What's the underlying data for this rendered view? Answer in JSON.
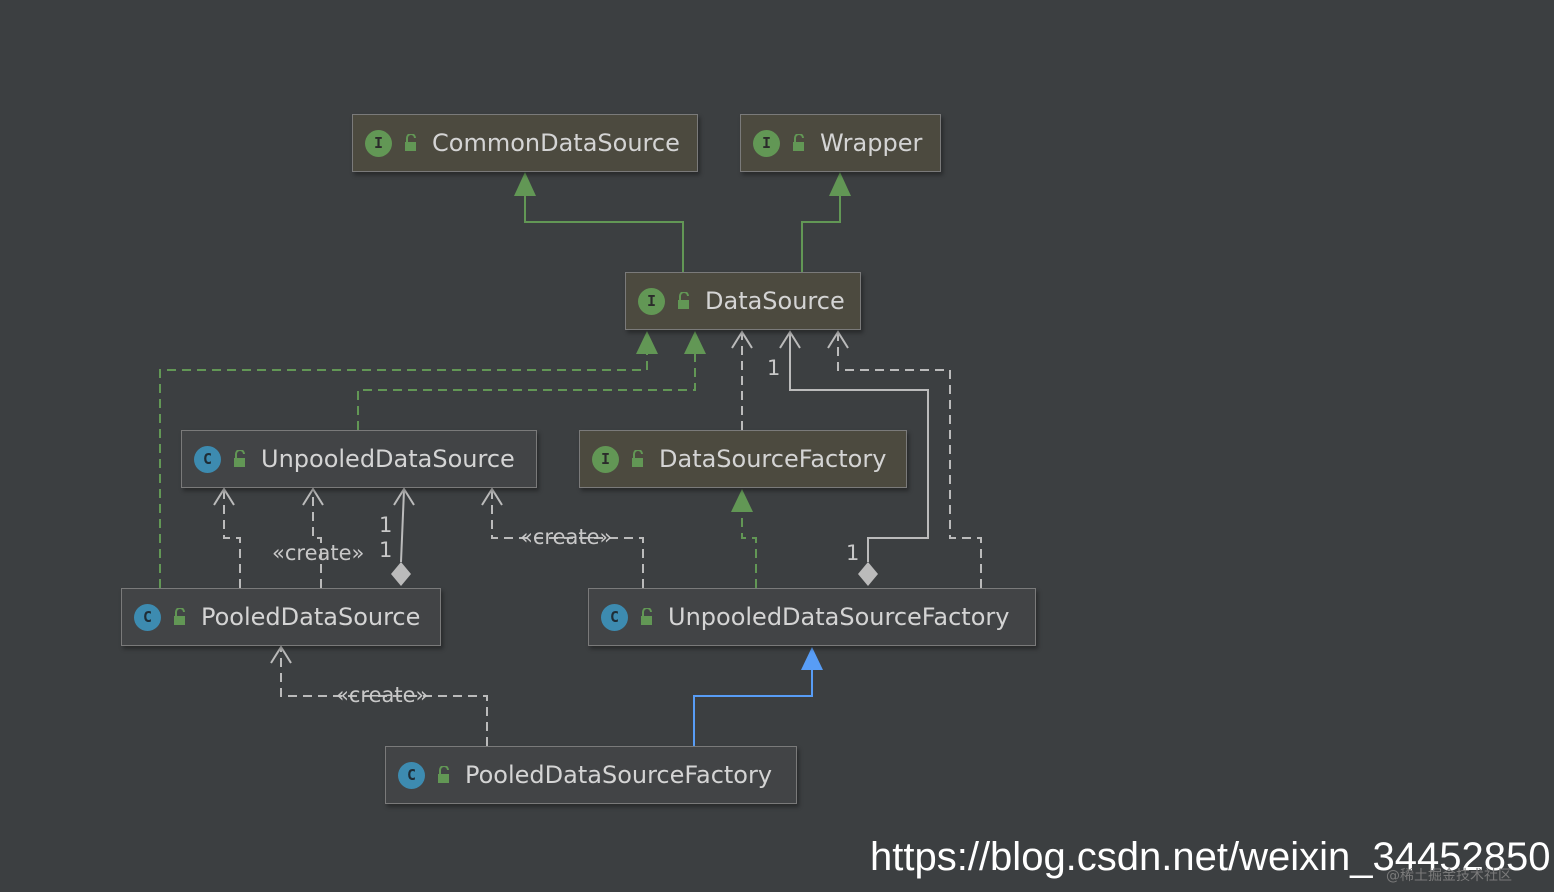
{
  "diagram": {
    "nodes": {
      "common_data_source": {
        "kind": "interface",
        "badge": "I",
        "name": "CommonDataSource"
      },
      "wrapper": {
        "kind": "interface",
        "badge": "I",
        "name": "Wrapper"
      },
      "data_source": {
        "kind": "interface",
        "badge": "I",
        "name": "DataSource"
      },
      "unpooled_data_source": {
        "kind": "class",
        "badge": "C",
        "name": "UnpooledDataSource"
      },
      "data_source_factory": {
        "kind": "interface",
        "badge": "I",
        "name": "DataSourceFactory"
      },
      "pooled_data_source": {
        "kind": "class",
        "badge": "C",
        "name": "PooledDataSource"
      },
      "unpooled_data_source_factory": {
        "kind": "class",
        "badge": "C",
        "name": "UnpooledDataSourceFactory"
      },
      "pooled_data_source_factory": {
        "kind": "class",
        "badge": "C",
        "name": "PooledDataSourceFactory"
      }
    },
    "edge_labels": {
      "create_pooled_unpooled": "«create»",
      "create_factory_unpooled": "«create»",
      "create_factory_pooled": "«create»",
      "mult_factory_datasource": "1",
      "mult_pooled_unpooled_top": "1",
      "mult_pooled_unpooled_bottom": "1",
      "mult_factory_diamond": "1"
    },
    "colors": {
      "background": "#3c3f41",
      "extends_interface": "#629755",
      "extends_class": "#589df6",
      "dependency": "#bbbbbb",
      "interface_fill": "#4c4a3f",
      "class_fill": "#424446"
    }
  },
  "watermark": {
    "url": "https://blog.csdn.net/weixin_34452850",
    "sub": "@稀土掘金技术社区"
  }
}
